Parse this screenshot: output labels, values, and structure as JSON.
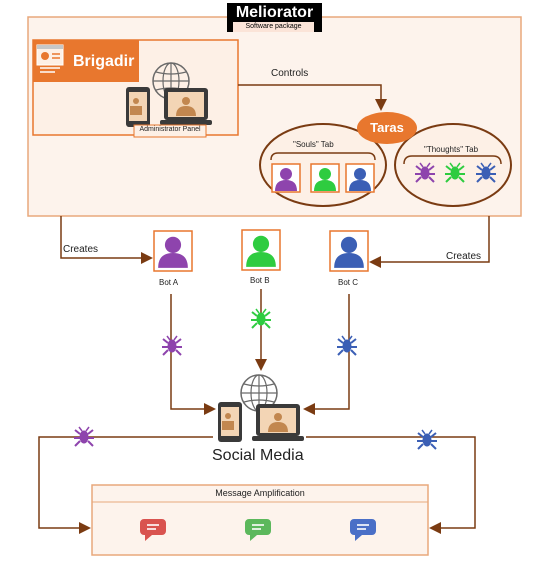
{
  "title": {
    "name": "Meliorator",
    "subtitle": "Software package"
  },
  "brigadir": {
    "name": "Brigadir",
    "panel_label": "Administrator Panel"
  },
  "controls_label": "Controls",
  "taras": {
    "name": "Taras",
    "souls_tab": "\"Souls\" Tab",
    "thoughts_tab": "\"Thoughts\" Tab"
  },
  "creates_left": "Creates",
  "creates_right": "Creates",
  "bots": [
    {
      "label": "Bot A",
      "color": "#8e44ad"
    },
    {
      "label": "Bot B",
      "color": "#2ecc40"
    },
    {
      "label": "Bot C",
      "color": "#3b5fb5"
    }
  ],
  "social_media": "Social Media",
  "message_amplification": "Message Amplification",
  "colors": {
    "frame_border": "#e8a87c",
    "frame_fill": "#fdf3ec",
    "accent": "#e8772e",
    "connector": "#7a3b12",
    "purple": "#8e44ad",
    "green": "#2ecc40",
    "blue": "#3b5fb5",
    "bubble_red": "#d9534f",
    "bubble_green": "#5cb85c",
    "bubble_blue": "#4a6fc7"
  },
  "icons": {
    "globe": "globe-icon",
    "device": "device-icon",
    "person": "person-icon",
    "bug": "bug-icon",
    "chat": "chat-bubble-icon",
    "browser": "browser-window-icon"
  }
}
